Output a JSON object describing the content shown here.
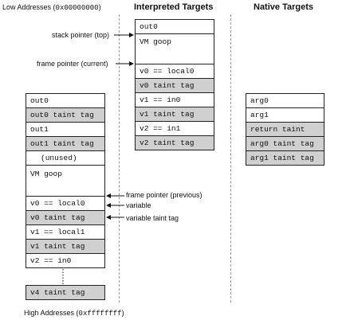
{
  "address": {
    "low_label": "Low Addresses (",
    "low_value": "0x00000000",
    "low_close": ")",
    "high_label": "High Addresses (",
    "high_value": "0xffffffff",
    "high_close": ")"
  },
  "columns": {
    "interpreted": "Interpreted Targets",
    "native": "Native Targets"
  },
  "interpreted_frame": {
    "cells": [
      {
        "text": "out0",
        "shaded": false
      },
      {
        "text": "VM goop",
        "shaded": false
      },
      {
        "text": "v0 == local0",
        "shaded": false
      },
      {
        "text": "v0 taint tag",
        "shaded": true
      },
      {
        "text": "v1 == in0",
        "shaded": false
      },
      {
        "text": "v1 taint tag",
        "shaded": true
      },
      {
        "text": "v2 == in1",
        "shaded": false
      },
      {
        "text": "v2 taint tag",
        "shaded": true
      }
    ],
    "pointers": {
      "stack_top": "stack pointer (top)",
      "frame_current": "frame pointer (current)"
    }
  },
  "caller_frame": {
    "cells": [
      {
        "text": "out0",
        "shaded": false
      },
      {
        "text": "out0 taint tag",
        "shaded": true
      },
      {
        "text": "out1",
        "shaded": false
      },
      {
        "text": "out1 taint tag",
        "shaded": true
      },
      {
        "text": "(unused)",
        "shaded": false
      },
      {
        "text": "VM goop",
        "shaded": false
      },
      {
        "text": "v0 == local0",
        "shaded": false
      },
      {
        "text": "v0 taint tag",
        "shaded": true
      },
      {
        "text": "v1 == local1",
        "shaded": false
      },
      {
        "text": "v1 taint tag",
        "shaded": true
      },
      {
        "text": "v2 == in0",
        "shaded": false
      },
      {
        "text": "v4 taint tag",
        "shaded": true
      }
    ],
    "pointers": {
      "frame_previous": "frame pointer (previous)",
      "variable": "variable",
      "variable_taint": "variable taint tag"
    }
  },
  "native_frame": {
    "cells": [
      {
        "text": "arg0",
        "shaded": false
      },
      {
        "text": "arg1",
        "shaded": false
      },
      {
        "text": "return taint",
        "shaded": true
      },
      {
        "text": "arg0 taint tag",
        "shaded": true
      },
      {
        "text": "arg1 taint tag",
        "shaded": true
      }
    ]
  },
  "colors": {
    "shaded_cell": "#d0d0d0",
    "plain_cell": "#ffffff",
    "border": "#222222",
    "divider": "#9a9a9a"
  }
}
